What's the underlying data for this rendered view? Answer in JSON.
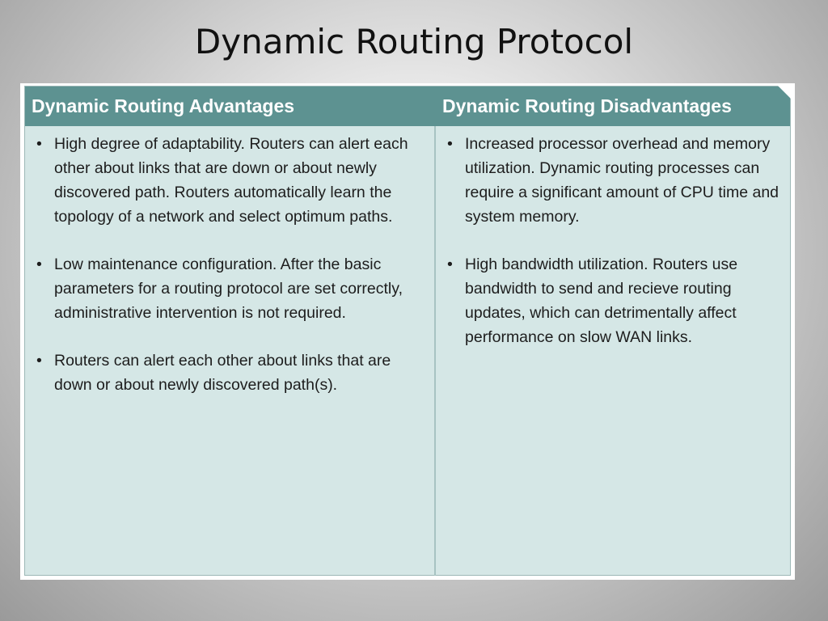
{
  "slide": {
    "title": "Dynamic Routing Protocol"
  },
  "table": {
    "left_header": "Dynamic Routing Advantages",
    "right_header": "Dynamic Routing Disadvantages",
    "advantages": [
      "High degree of adaptability. Routers can alert each other about links that are down or about newly discovered path. Routers automatically learn the topology of a network and select optimum paths.",
      "Low maintenance configuration. After the basic parameters for a routing protocol are set correctly, administrative intervention is not required.",
      "Routers can alert each other about links that are down or about newly discovered path(s)."
    ],
    "disadvantages": [
      "Increased processor overhead and memory utilization. Dynamic routing processes can require a significant amount of CPU time and system memory.",
      "High bandwidth utilization. Routers use bandwidth to send and recieve routing updates, which can detrimentally affect performance on slow WAN links."
    ],
    "colors": {
      "header_bg": "#5d9291",
      "cell_bg": "#d5e7e6"
    }
  }
}
